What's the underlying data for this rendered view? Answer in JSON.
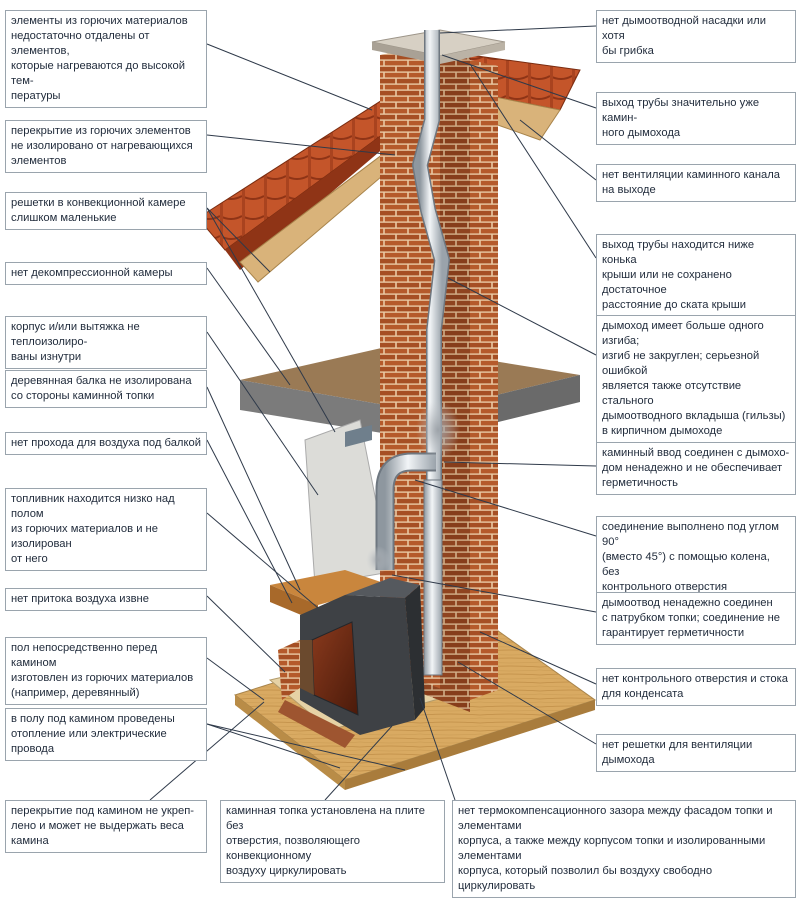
{
  "colors": {
    "brick": "#b55a2b",
    "brick_mortar": "#e9c9a3",
    "roof_tile": "#c4552a",
    "wood": "#d9aa62",
    "concrete": "#8f8f8f",
    "steel": "#c9d0d6",
    "leader": "#2f3a4a",
    "caption_border": "#9aa4ad"
  },
  "callouts": {
    "left": [
      {
        "id": "L1",
        "text": "элементы из горючих материалов\nнедостаточно отдалены от элементов,\nкоторые нагреваются до высокой тем-\nпературы"
      },
      {
        "id": "L2",
        "text": "перекрытие из горючих элементов\nне изолировано от нагревающихся\nэлементов"
      },
      {
        "id": "L3",
        "text": "решетки в конвекционной камере\nслишком маленькие"
      },
      {
        "id": "L4",
        "text": "нет декомпрессионной камеры"
      },
      {
        "id": "L5",
        "text": "корпус и/или вытяжка не теплоизолиро-\nваны изнутри"
      },
      {
        "id": "L6",
        "text": "деревянная балка не изолирована\nсо стороны каминной топки"
      },
      {
        "id": "L7",
        "text": "нет прохода для воздуха под балкой"
      },
      {
        "id": "L8",
        "text": "топливник находится низко над полом\nиз горючих материалов и не изолирован\nот него"
      },
      {
        "id": "L9",
        "text": "нет притока воздуха извне"
      },
      {
        "id": "L10",
        "text": "пол непосредственно перед камином\nизготовлен из горючих материалов\n(например, деревянный)"
      },
      {
        "id": "L11",
        "text": "в полу под камином проведены\nотопление или электрические провода"
      }
    ],
    "right": [
      {
        "id": "R1",
        "text": "нет дымоотводной насадки или хотя\nбы грибка"
      },
      {
        "id": "R2",
        "text": "выход трубы значительно уже камин-\nного дымохода"
      },
      {
        "id": "R3",
        "text": "нет вентиляции каминного канала\nна выходе"
      },
      {
        "id": "R4",
        "text": "выход трубы находится ниже конька\nкрыши или не сохранено достаточное\nрасстояние до ската крыши"
      },
      {
        "id": "R5",
        "text": "дымоход имеет больше одного изгиба;\nизгиб не закруглен; серьезной ошибкой\nявляется также отсутствие стального\nдымоотводного вкладыша (гильзы)\nв кирпичном дымоходе"
      },
      {
        "id": "R6",
        "text": "каминный ввод соединен с дымохо-\nдом ненадежно и не обеспечивает\nгерметичность"
      },
      {
        "id": "R7",
        "text": "соединение выполнено под углом 90°\n(вместо 45°) с помощью колена, без\nконтрольного отверстия"
      },
      {
        "id": "R8",
        "text": "дымоотвод ненадежно соединен\nс патрубком топки; соединение не\nгарантирует герметичности"
      },
      {
        "id": "R9",
        "text": "нет контрольного отверстия и стока\nдля конденсата"
      },
      {
        "id": "R10",
        "text": "нет решетки для вентиляции дымохода"
      }
    ],
    "bottom": [
      {
        "id": "B1",
        "text": "перекрытие под камином не укреп-\nлено и может не выдержать веса\nкамина"
      },
      {
        "id": "B2",
        "text": "каминная топка установлена на плите без\nотверстия, позволяющего конвекционному\nвоздуху циркулировать"
      },
      {
        "id": "B3",
        "text": "нет термокомпенсационного зазора между фасадом топки и элементами\nкорпуса, а также между корпусом топки и изолированными элементами\nкорпуса, который позволил бы воздуху свободно циркулировать"
      }
    ]
  }
}
